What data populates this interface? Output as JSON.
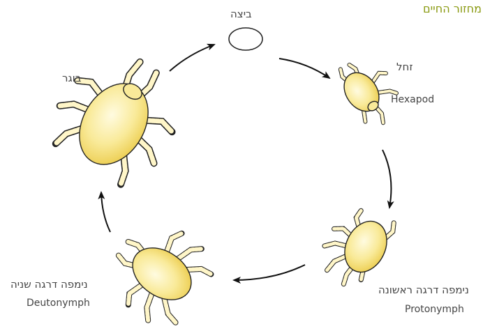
{
  "title": "מחזור החיים",
  "stages": {
    "egg": {
      "hebrew": "ביצה"
    },
    "larva": {
      "hebrew": "זחל",
      "english": "Hexapod"
    },
    "protonymph": {
      "hebrew": "נימפה דרגה ראשונה",
      "english": "Protonymph"
    },
    "deutonymph": {
      "hebrew": "נימפה דרגה שניה",
      "english": "Deutonymph"
    },
    "adult": {
      "hebrew": "בוגר"
    }
  },
  "colors": {
    "title": "#8a9a12",
    "body_fill": "#f6e27a",
    "body_highlight": "#fffbe0",
    "outline": "#222222",
    "leg_fill": "#fff6c8",
    "arrow": "#111111"
  }
}
